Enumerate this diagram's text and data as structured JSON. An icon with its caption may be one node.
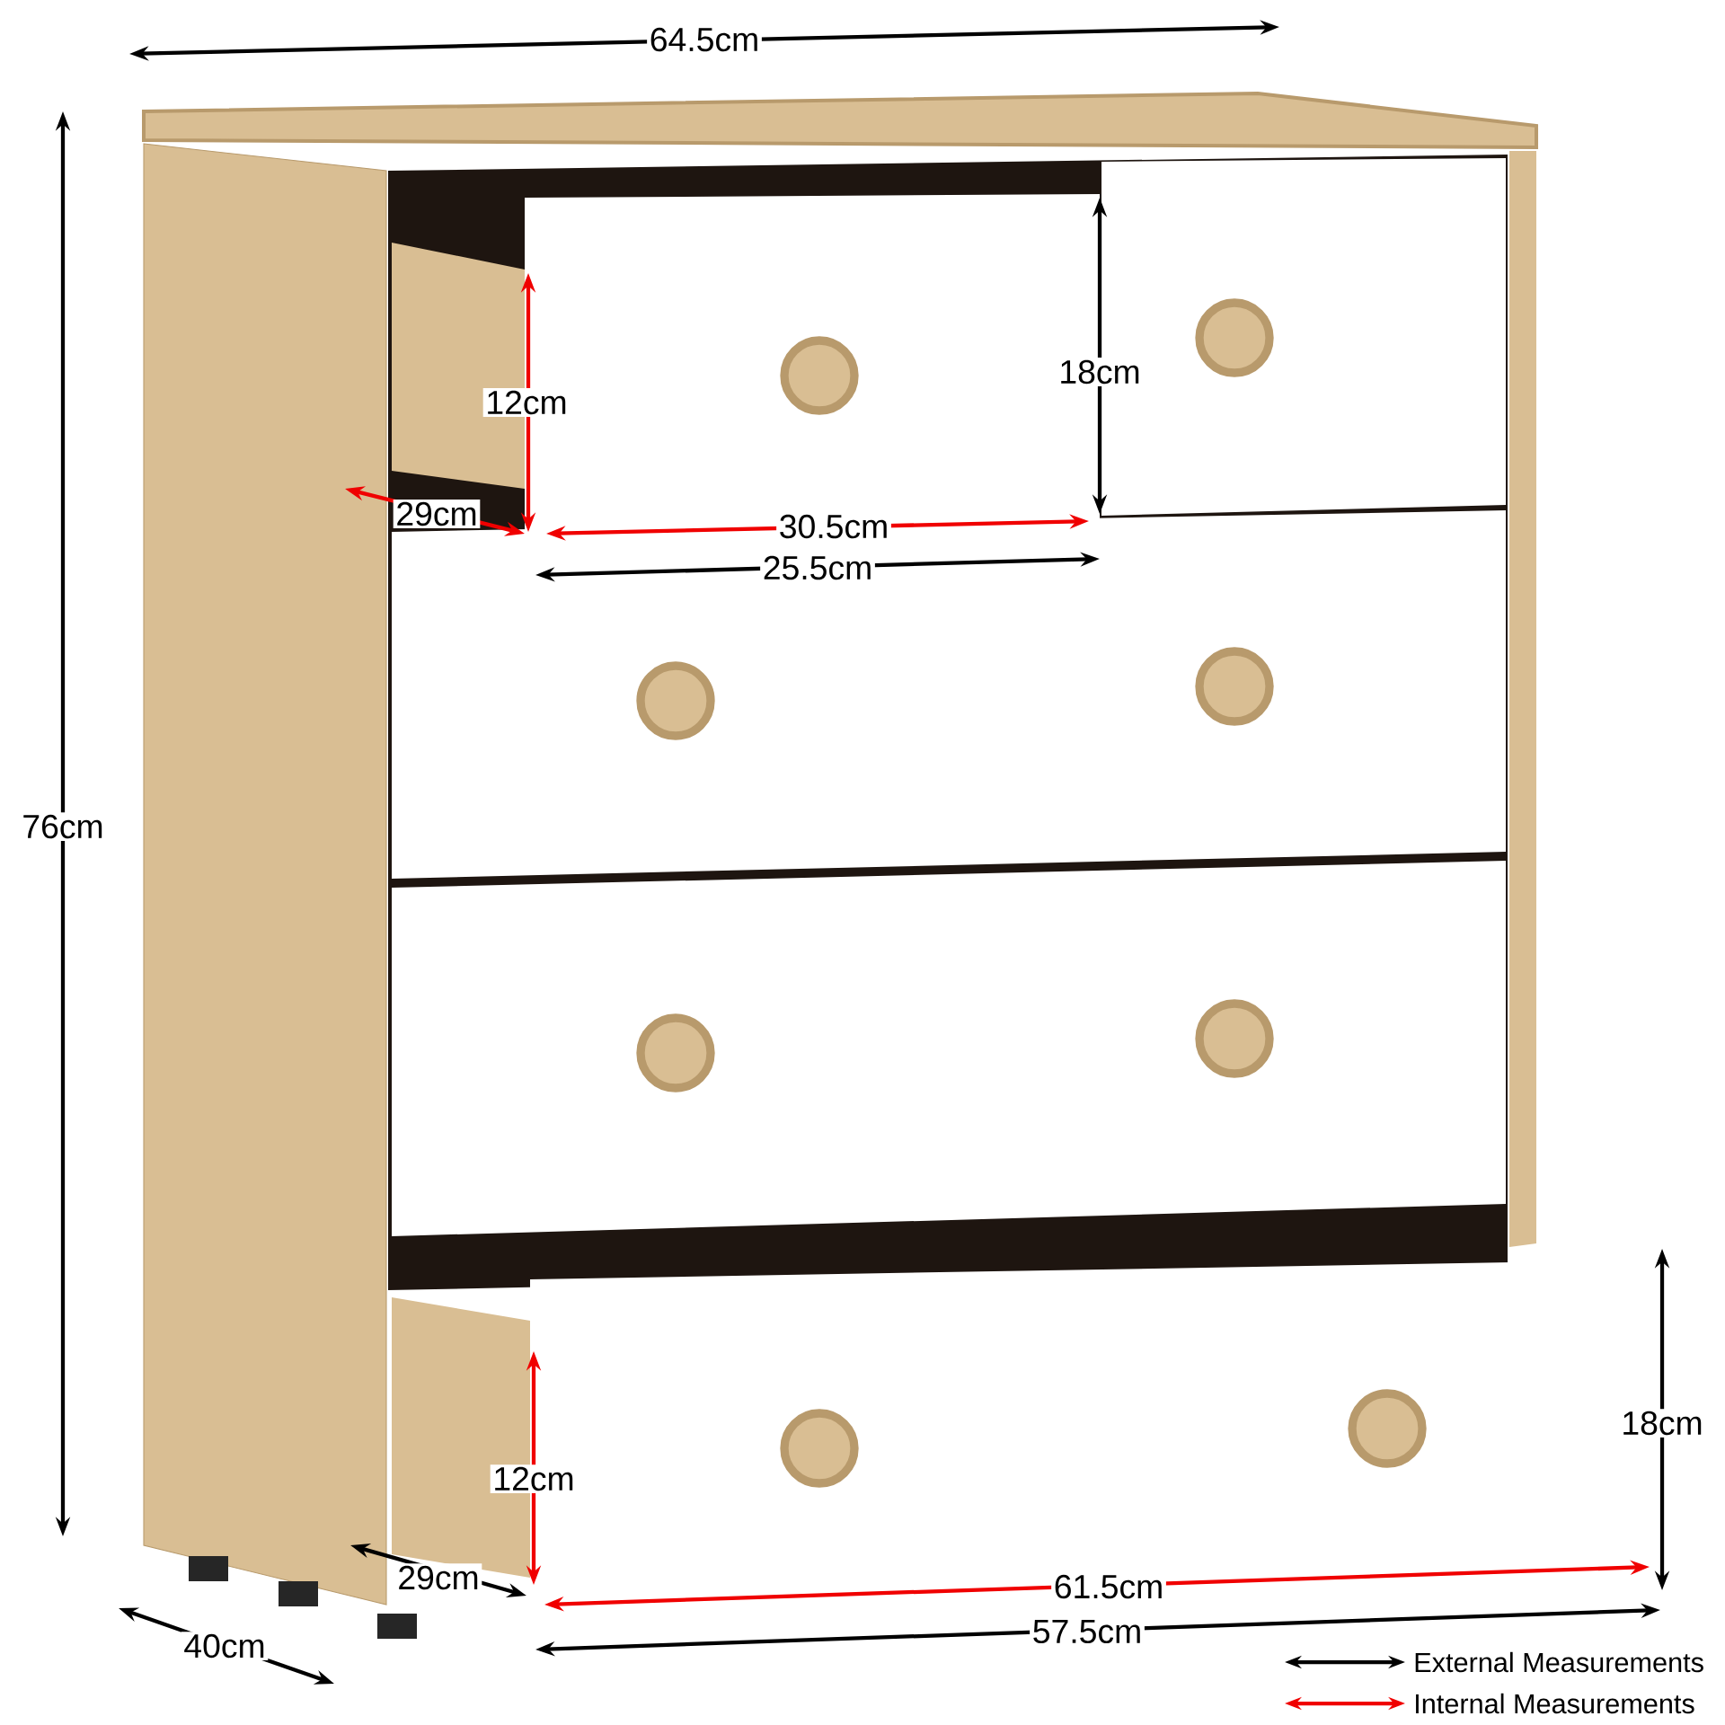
{
  "diagram": {
    "labels": [
      "64.5cm",
      "18cm",
      "12cm",
      "29cm",
      "30.5cm",
      "25.5cm",
      "76cm",
      "18cm",
      "12cm",
      "29cm",
      "61.5cm",
      "57.5cm",
      "40cm"
    ],
    "legend": [
      {
        "text": "External Measurements"
      },
      {
        "text": "Internal Measurements"
      }
    ]
  }
}
